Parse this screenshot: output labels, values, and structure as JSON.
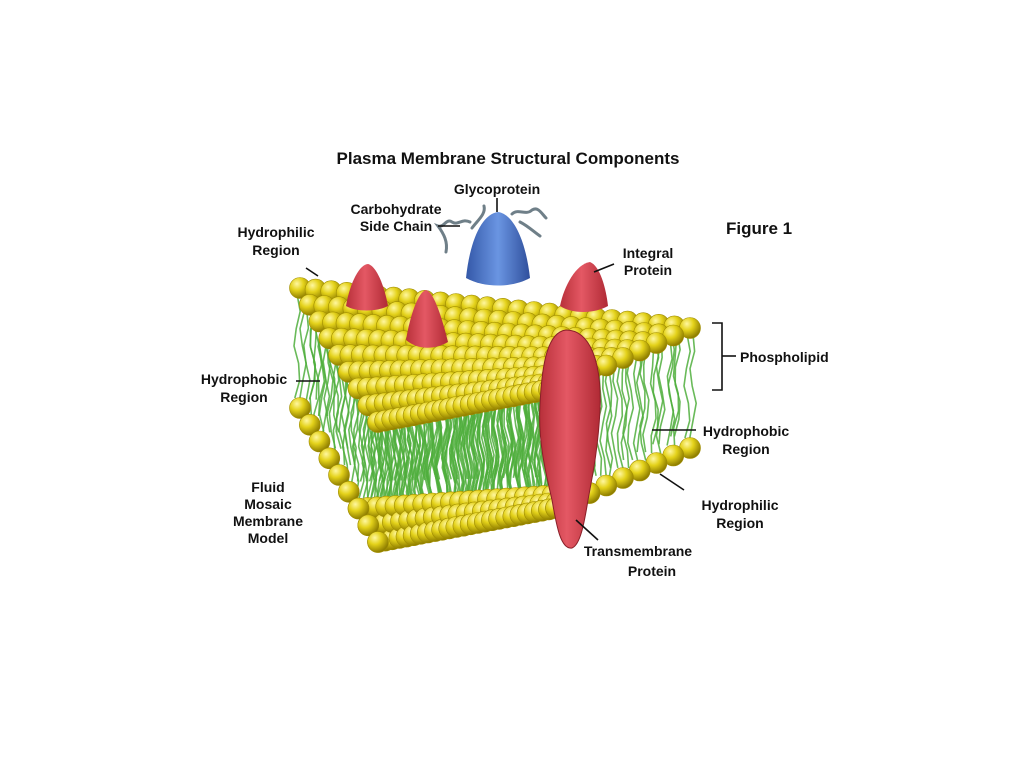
{
  "title": "Plasma Membrane Structural Components",
  "figure_label": "Figure 1",
  "labels": {
    "glycoprotein": "Glycoprotein",
    "carbohydrate": [
      "Carbohydrate",
      "Side Chain"
    ],
    "hydrophilic_top": [
      "Hydrophilic",
      "Region"
    ],
    "integral_protein": [
      "Integral",
      "Protein"
    ],
    "phospholipid": "Phospholipid",
    "hydrophobic_left": [
      "Hydrophobic",
      "Region"
    ],
    "hydrophobic_right": [
      "Hydrophobic",
      "Region"
    ],
    "hydrophilic_bottom": [
      "Hydrophilic",
      "Region"
    ],
    "fluid_mosaic": [
      "Fluid",
      "Mosaic",
      "Membrane",
      "Model"
    ],
    "transmembrane_protein": [
      "Transmembrane",
      "Protein"
    ]
  },
  "colors": {
    "phospholipid_head": "#e4d21a",
    "phospholipid_head_shadow": "#a08d00",
    "fatty_acid_tail": "#4fae3c",
    "integral_protein": "#de4b55",
    "glycoprotein": "#4b77c9",
    "carbohydrate_chain": "#7c8c94"
  }
}
